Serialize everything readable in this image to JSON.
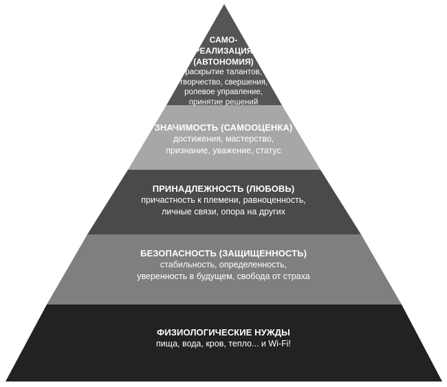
{
  "colors": {
    "tier1": "#555555",
    "tier2": "#a7a7a7",
    "tier3": "#4a4a4a",
    "tier4": "#7f7f7f",
    "tier5": "#222222",
    "text": "#ffffff"
  },
  "tiers": [
    {
      "title": "САМО-\nРЕАЛИЗАЦИЯ\n(АВТОНОМИЯ)",
      "description": "раскрытие талантов,\nтворчество, свершения,\nролевое управление,\nпринятие решений"
    },
    {
      "title": "ЗНАЧИМОСТЬ (САМООЦЕНКА)",
      "description": "достижения, мастерство,\nпризнание, уважение, статус"
    },
    {
      "title": "ПРИНАДЛЕЖНОСТЬ (ЛЮБОВЬ)",
      "description": "причастность к племени, равноценность,\nличные связи, опора на других"
    },
    {
      "title": "БЕЗОПАСНОСТЬ (ЗАЩИЩЕННОСТЬ)",
      "description": "стабильность, определенность,\nуверенность в будущем, свобода от страха"
    },
    {
      "title": "ФИЗИОЛОГИЧЕСКИЕ НУЖДЫ",
      "description": "пища, вода, кров, тепло... и Wi-Fi!"
    }
  ]
}
